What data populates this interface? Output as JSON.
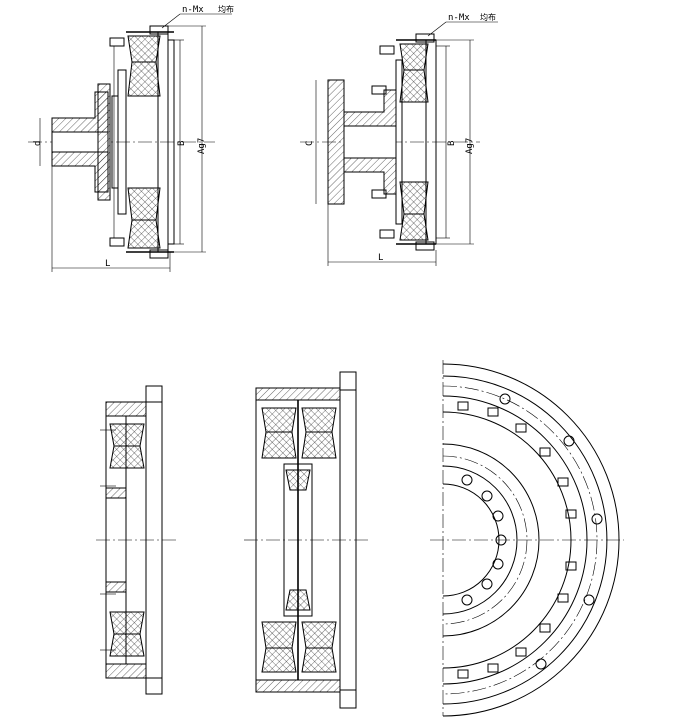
{
  "labels": {
    "bolt_spec": "n-Mx",
    "even_dist": "均布",
    "bore_d": "d",
    "flange_c": "C",
    "dia_b": "B",
    "dia_a": "Ag7",
    "length_l": "L"
  }
}
